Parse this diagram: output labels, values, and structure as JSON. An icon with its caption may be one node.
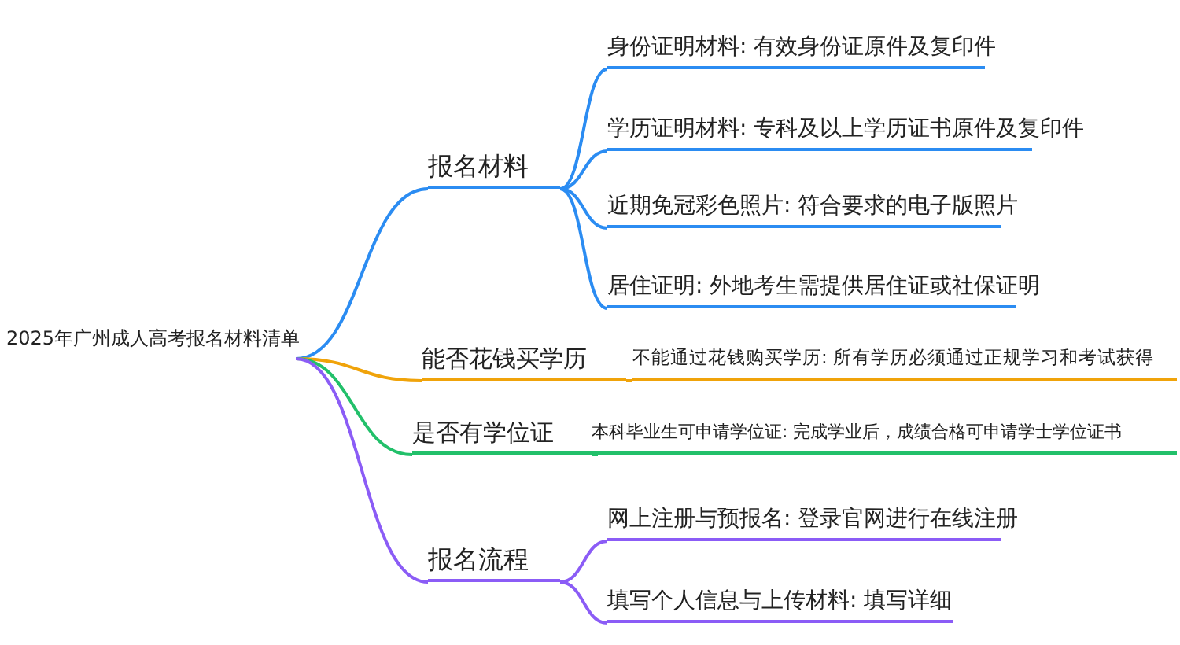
{
  "diagram": {
    "nodes": [
      {
        "text": [
          "2025年广州成人高考报名材料清单"
        ]
      },
      {
        "text": [
          "报名材料"
        ]
      },
      {
        "text": [
          "身份证明材料: 有效身份证原件及复印件"
        ]
      },
      {
        "text": [
          "学历证明材料: 专科及以上学历证书原件及复印件"
        ]
      },
      {
        "text": [
          "近期免冠彩色照片: 符合要求的电子版照片"
        ]
      },
      {
        "text": [
          "居住证明: 外地考生需提供居住证或社保证明"
        ]
      },
      {
        "text": [
          "能否花钱买学历"
        ]
      },
      {
        "text": [
          "不能通过花钱购买学历: 所有学历必须通过正规学习和考试获得"
        ]
      },
      {
        "text": [
          "是否有学位证"
        ]
      },
      {
        "text": [
          "本科毕业生可申请学位证: 完成学业后，成绩合格可申请学士学位证书"
        ]
      },
      {
        "text": [
          "报名流程"
        ]
      },
      {
        "text": [
          "网上注册与预报名: 登录官网进行在线注册"
        ]
      },
      {
        "text": [
          "填写个人信息与上传材料: 填写详细"
        ]
      }
    ],
    "edges": [
      {
        "from": 0,
        "to": 1,
        "arrow": "none"
      },
      {
        "from": 1,
        "to": 2,
        "arrow": "none"
      },
      {
        "from": 1,
        "to": 3,
        "arrow": "none"
      },
      {
        "from": 1,
        "to": 4,
        "arrow": "none"
      },
      {
        "from": 1,
        "to": 5,
        "arrow": "none"
      },
      {
        "from": 0,
        "to": 6,
        "arrow": "none",
        "color": "#f0a30a"
      },
      {
        "from": 6,
        "to": 7,
        "arrow": "none",
        "color": "#f0a30a"
      },
      {
        "from": 0,
        "to": 8,
        "arrow": "none",
        "color": "#22c06a"
      },
      {
        "from": 8,
        "to": 9,
        "arrow": "none",
        "color": "#22c06a"
      },
      {
        "from": 0,
        "to": 10,
        "arrow": "none",
        "color": "#8b5cf6"
      },
      {
        "from": 10,
        "to": 11,
        "arrow": "none",
        "color": "#8b5cf6"
      },
      {
        "from": 10,
        "to": 12,
        "arrow": "none",
        "color": "#8b5cf6"
      }
    ]
  }
}
